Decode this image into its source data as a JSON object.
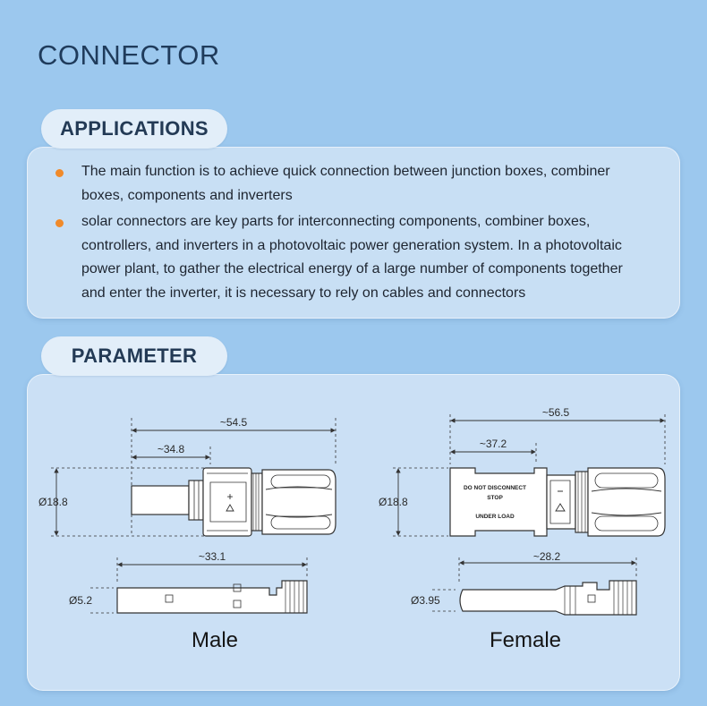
{
  "page": {
    "title": "CONNECTOR"
  },
  "applications": {
    "heading": "APPLICATIONS",
    "items": [
      "The main function is to achieve quick connection between junction boxes, combiner boxes, components and inverters",
      "solar connectors are key parts for interconnecting components, combiner boxes, controllers, and inverters in a photovoltaic power generation system. In a photovoltaic power plant, to gather the electrical energy of a large number of components together and enter the inverter, it is necessary to rely on cables and connectors"
    ]
  },
  "parameter": {
    "heading": "PARAMETER",
    "male": {
      "caption": "Male",
      "overall_length": "~54.5",
      "inner_length": "~34.8",
      "diameter": "Ø18.8",
      "pin_length": "~33.1",
      "pin_diameter": "Ø5.2"
    },
    "female": {
      "caption": "Female",
      "overall_length": "~56.5",
      "inner_length": "~37.2",
      "diameter": "Ø18.8",
      "pin_length": "~28.2",
      "pin_diameter": "Ø3.95",
      "label_line1": "DO NOT DISCONNECT",
      "label_line2": "STOP",
      "label_line3": "UNDER LOAD"
    }
  },
  "colors": {
    "bullet": "#f08a2a",
    "background": "#9cc8ee",
    "heading": "#1f3b5b"
  }
}
